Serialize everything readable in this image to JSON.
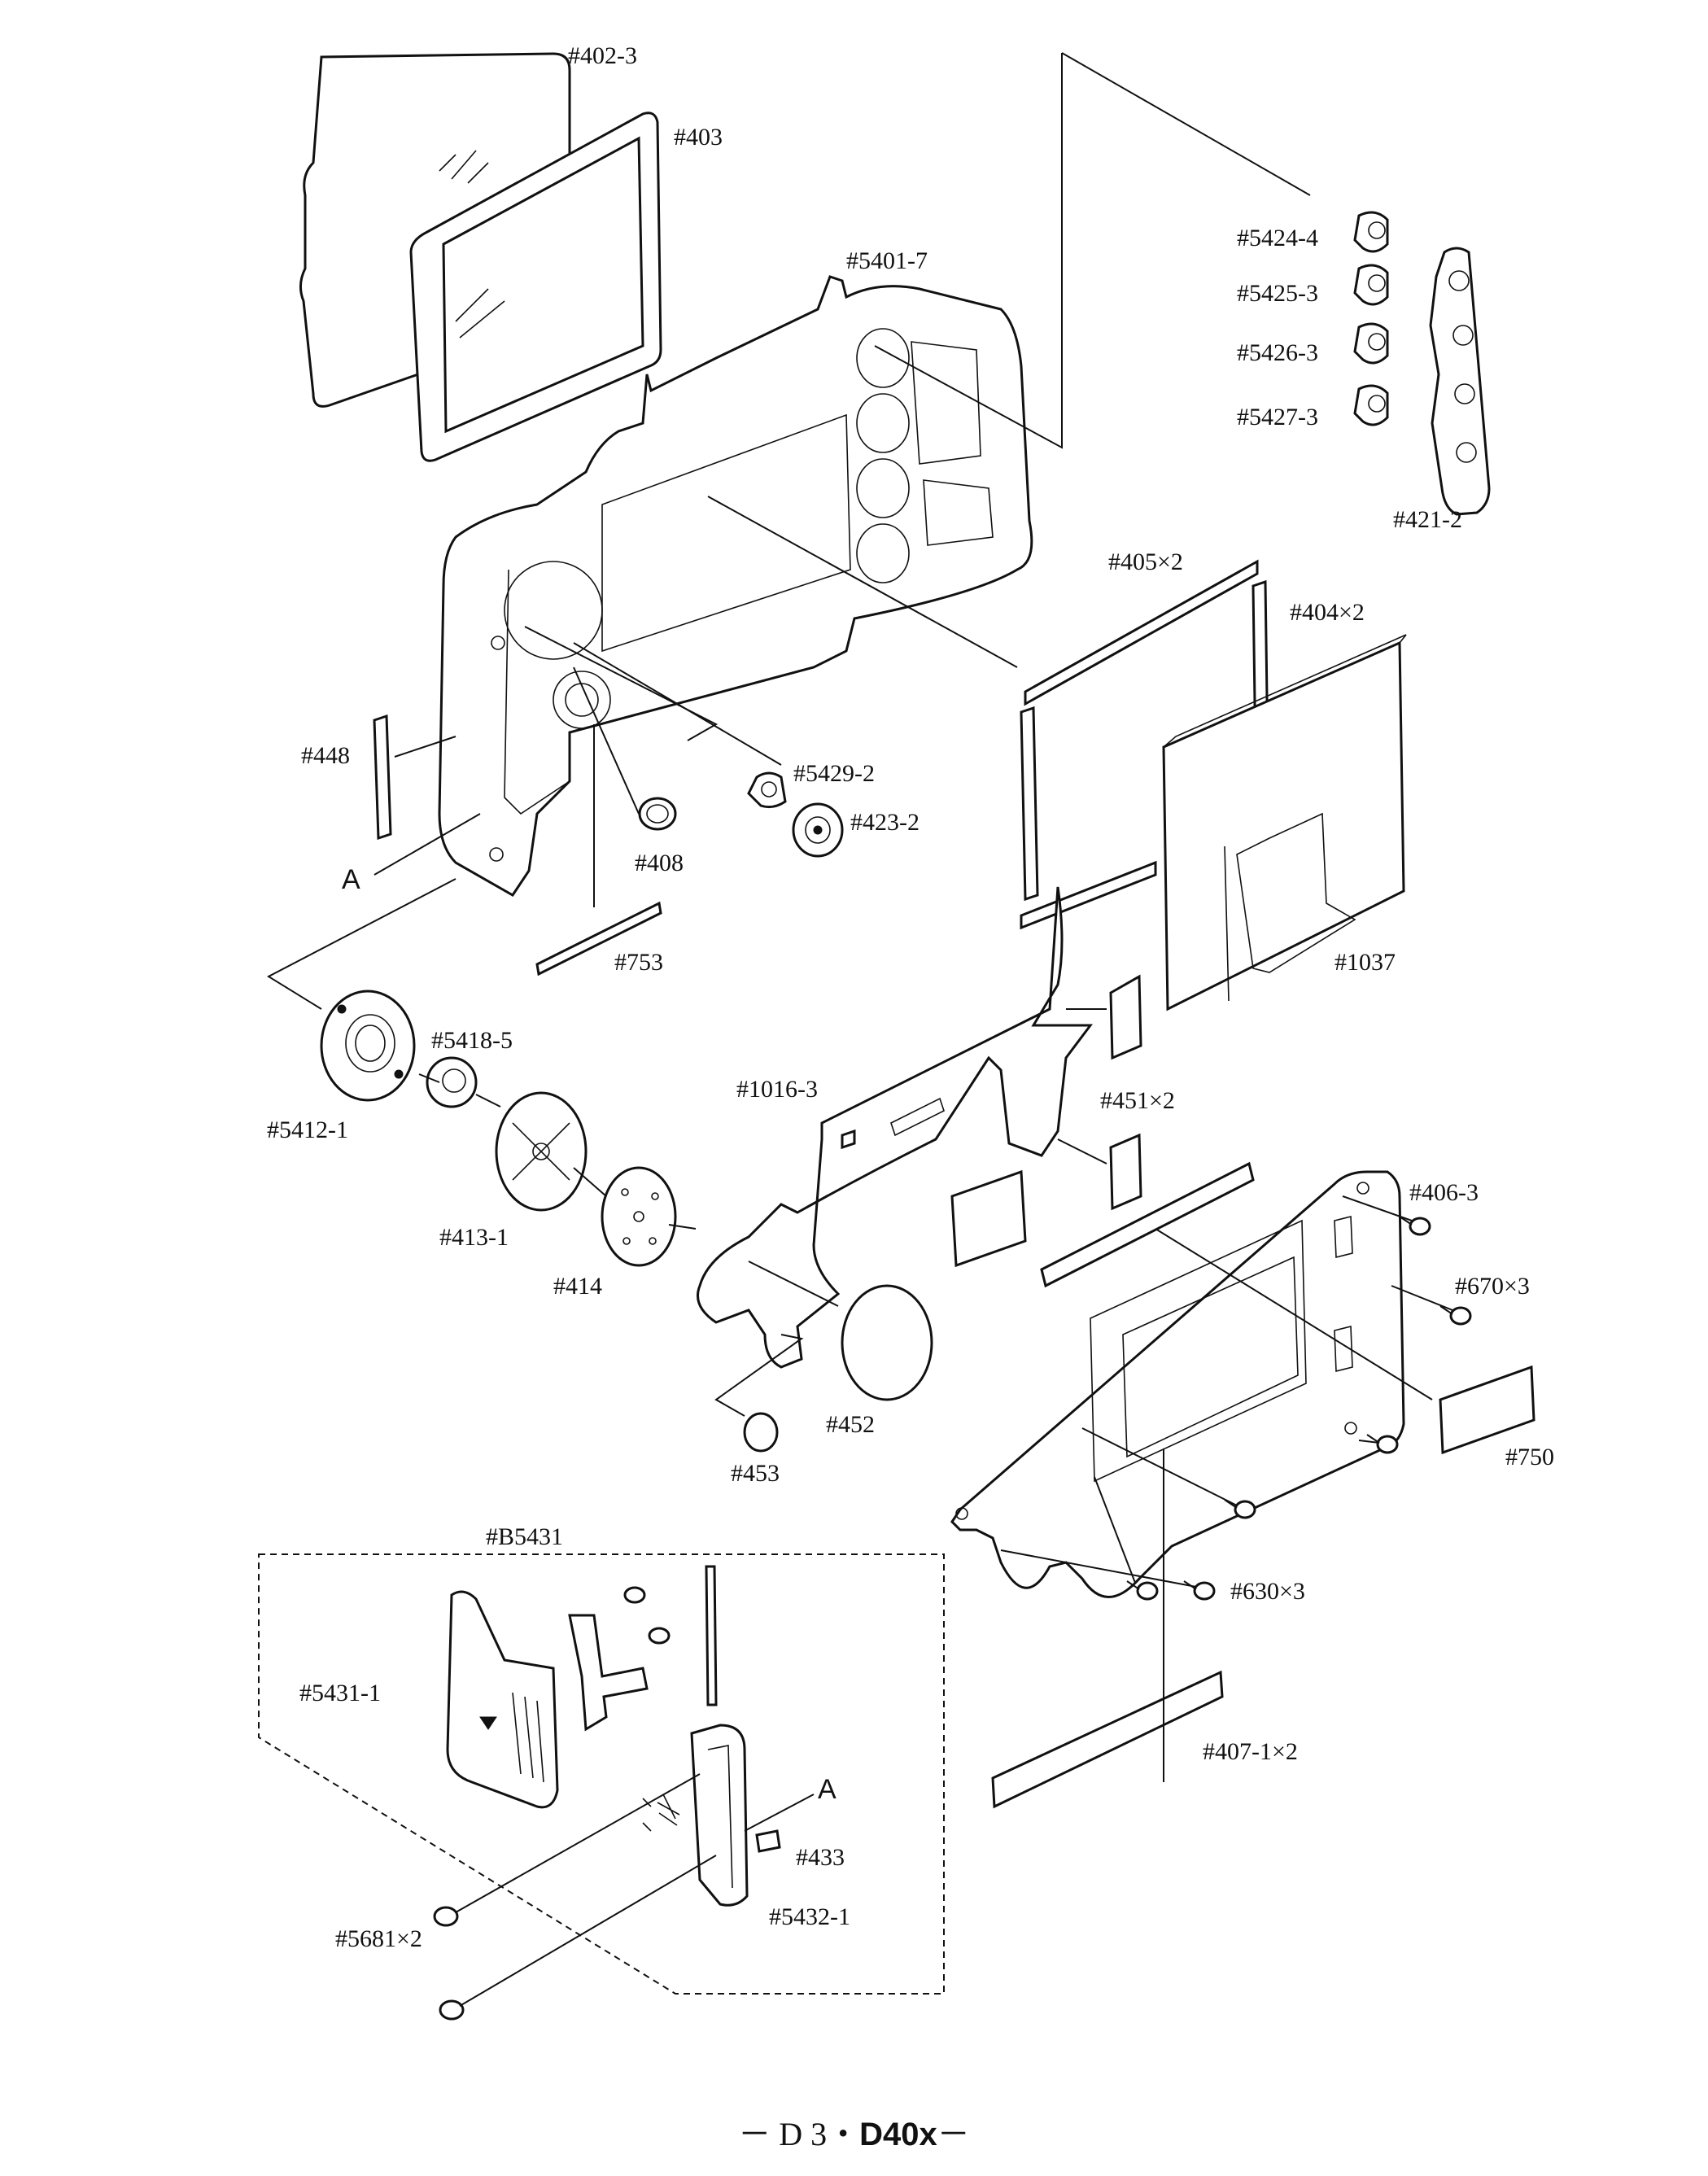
{
  "labels": {
    "l402_3": "#402-3",
    "l403": "#403",
    "l5401_7": "#5401-7",
    "l5424_4": "#5424-4",
    "l5425_3": "#5425-3",
    "l5426_3": "#5426-3",
    "l5427_3": "#5427-3",
    "l421_2": "#421-2",
    "l405x2": "#405×2",
    "l404x2": "#404×2",
    "l448": "#448",
    "lA1": "A",
    "l5429_2": "#5429-2",
    "l423_2": "#423-2",
    "l408": "#408",
    "l753": "#753",
    "l1037": "#1037",
    "l5418_5": "#5418-5",
    "l5412_1": "#5412-1",
    "l1016_3": "#1016-3",
    "l451x2": "#451×2",
    "l413_1": "#413-1",
    "l406_3": "#406-3",
    "l670x3": "#670×3",
    "l414": "#414",
    "l452": "#452",
    "l750": "#750",
    "l453": "#453",
    "lB5431": "#B5431",
    "l630x3": "#630×3",
    "l5431_1": "#5431-1",
    "l407_1x2": "#407-1×2",
    "lA2": "A",
    "l433": "#433",
    "l5681x2": "#5681×2",
    "l5432_1": "#5432-1"
  },
  "footer": {
    "prefix": "－ D 3・",
    "model": "D40x",
    "suffix": "－"
  }
}
